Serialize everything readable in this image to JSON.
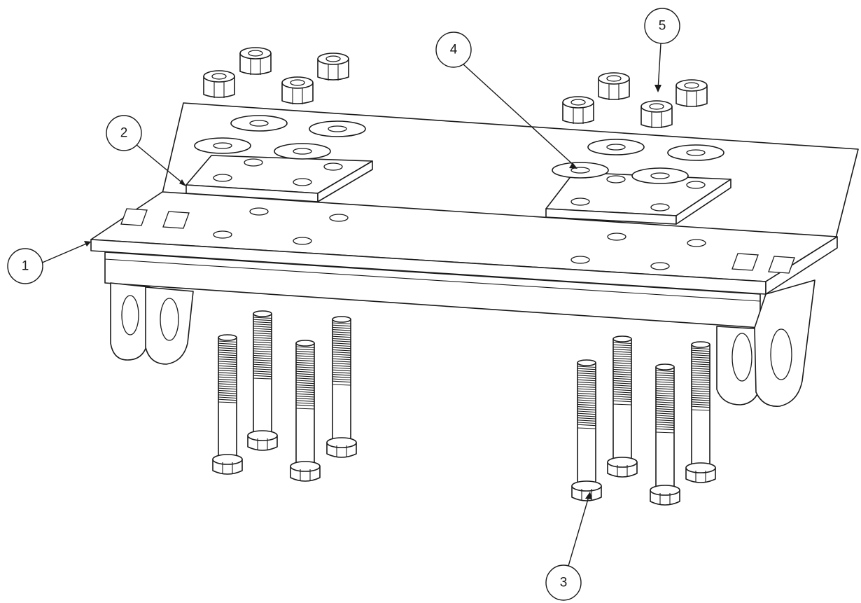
{
  "balloons": [
    {
      "label": "1"
    },
    {
      "label": "2"
    },
    {
      "label": "3"
    },
    {
      "label": "4"
    },
    {
      "label": "5"
    }
  ],
  "colors": {
    "line": "#1a1a1a",
    "background": "#ffffff"
  }
}
